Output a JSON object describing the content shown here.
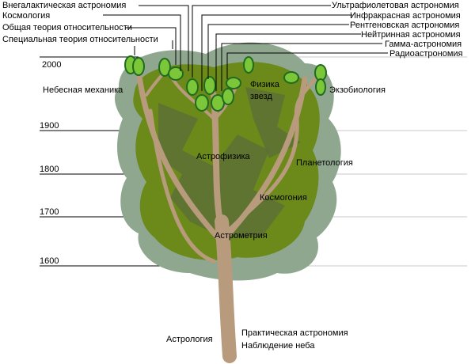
{
  "left_labels": [
    "Внегалактическая астрономия",
    "Космология",
    "Общая теория относительности",
    "Специальная теория относительности"
  ],
  "right_labels": [
    "Ультрафиолетовая астрономия",
    "Инфракрасная астрономия",
    "Рентгеновская астрономия",
    "Нейтринная астрономия",
    "Гамма-астрономия",
    "Радиоастрономия"
  ],
  "years": [
    "2000",
    "1900",
    "1800",
    "1700",
    "1600"
  ],
  "branches": {
    "celestial_mechanics": "Небесная механика",
    "stellar_physics_1": "Физика",
    "stellar_physics_2": "звезд",
    "exobiology": "Экзобиология",
    "astrophysics": "Астрофизика",
    "planetology": "Планетология",
    "cosmogony": "Космогония",
    "astrometry": "Астрометрия",
    "astrology": "Астрология",
    "practical_astronomy": "Практическая астрономия",
    "sky_observation": "Наблюдение неба"
  },
  "colors": {
    "canopy_light": "#8fa78f",
    "canopy_mid": "#6b8a1a",
    "canopy_dark": "#5a6b3c",
    "trunk": "#b89a7c",
    "leaf": "#7cc63a"
  }
}
